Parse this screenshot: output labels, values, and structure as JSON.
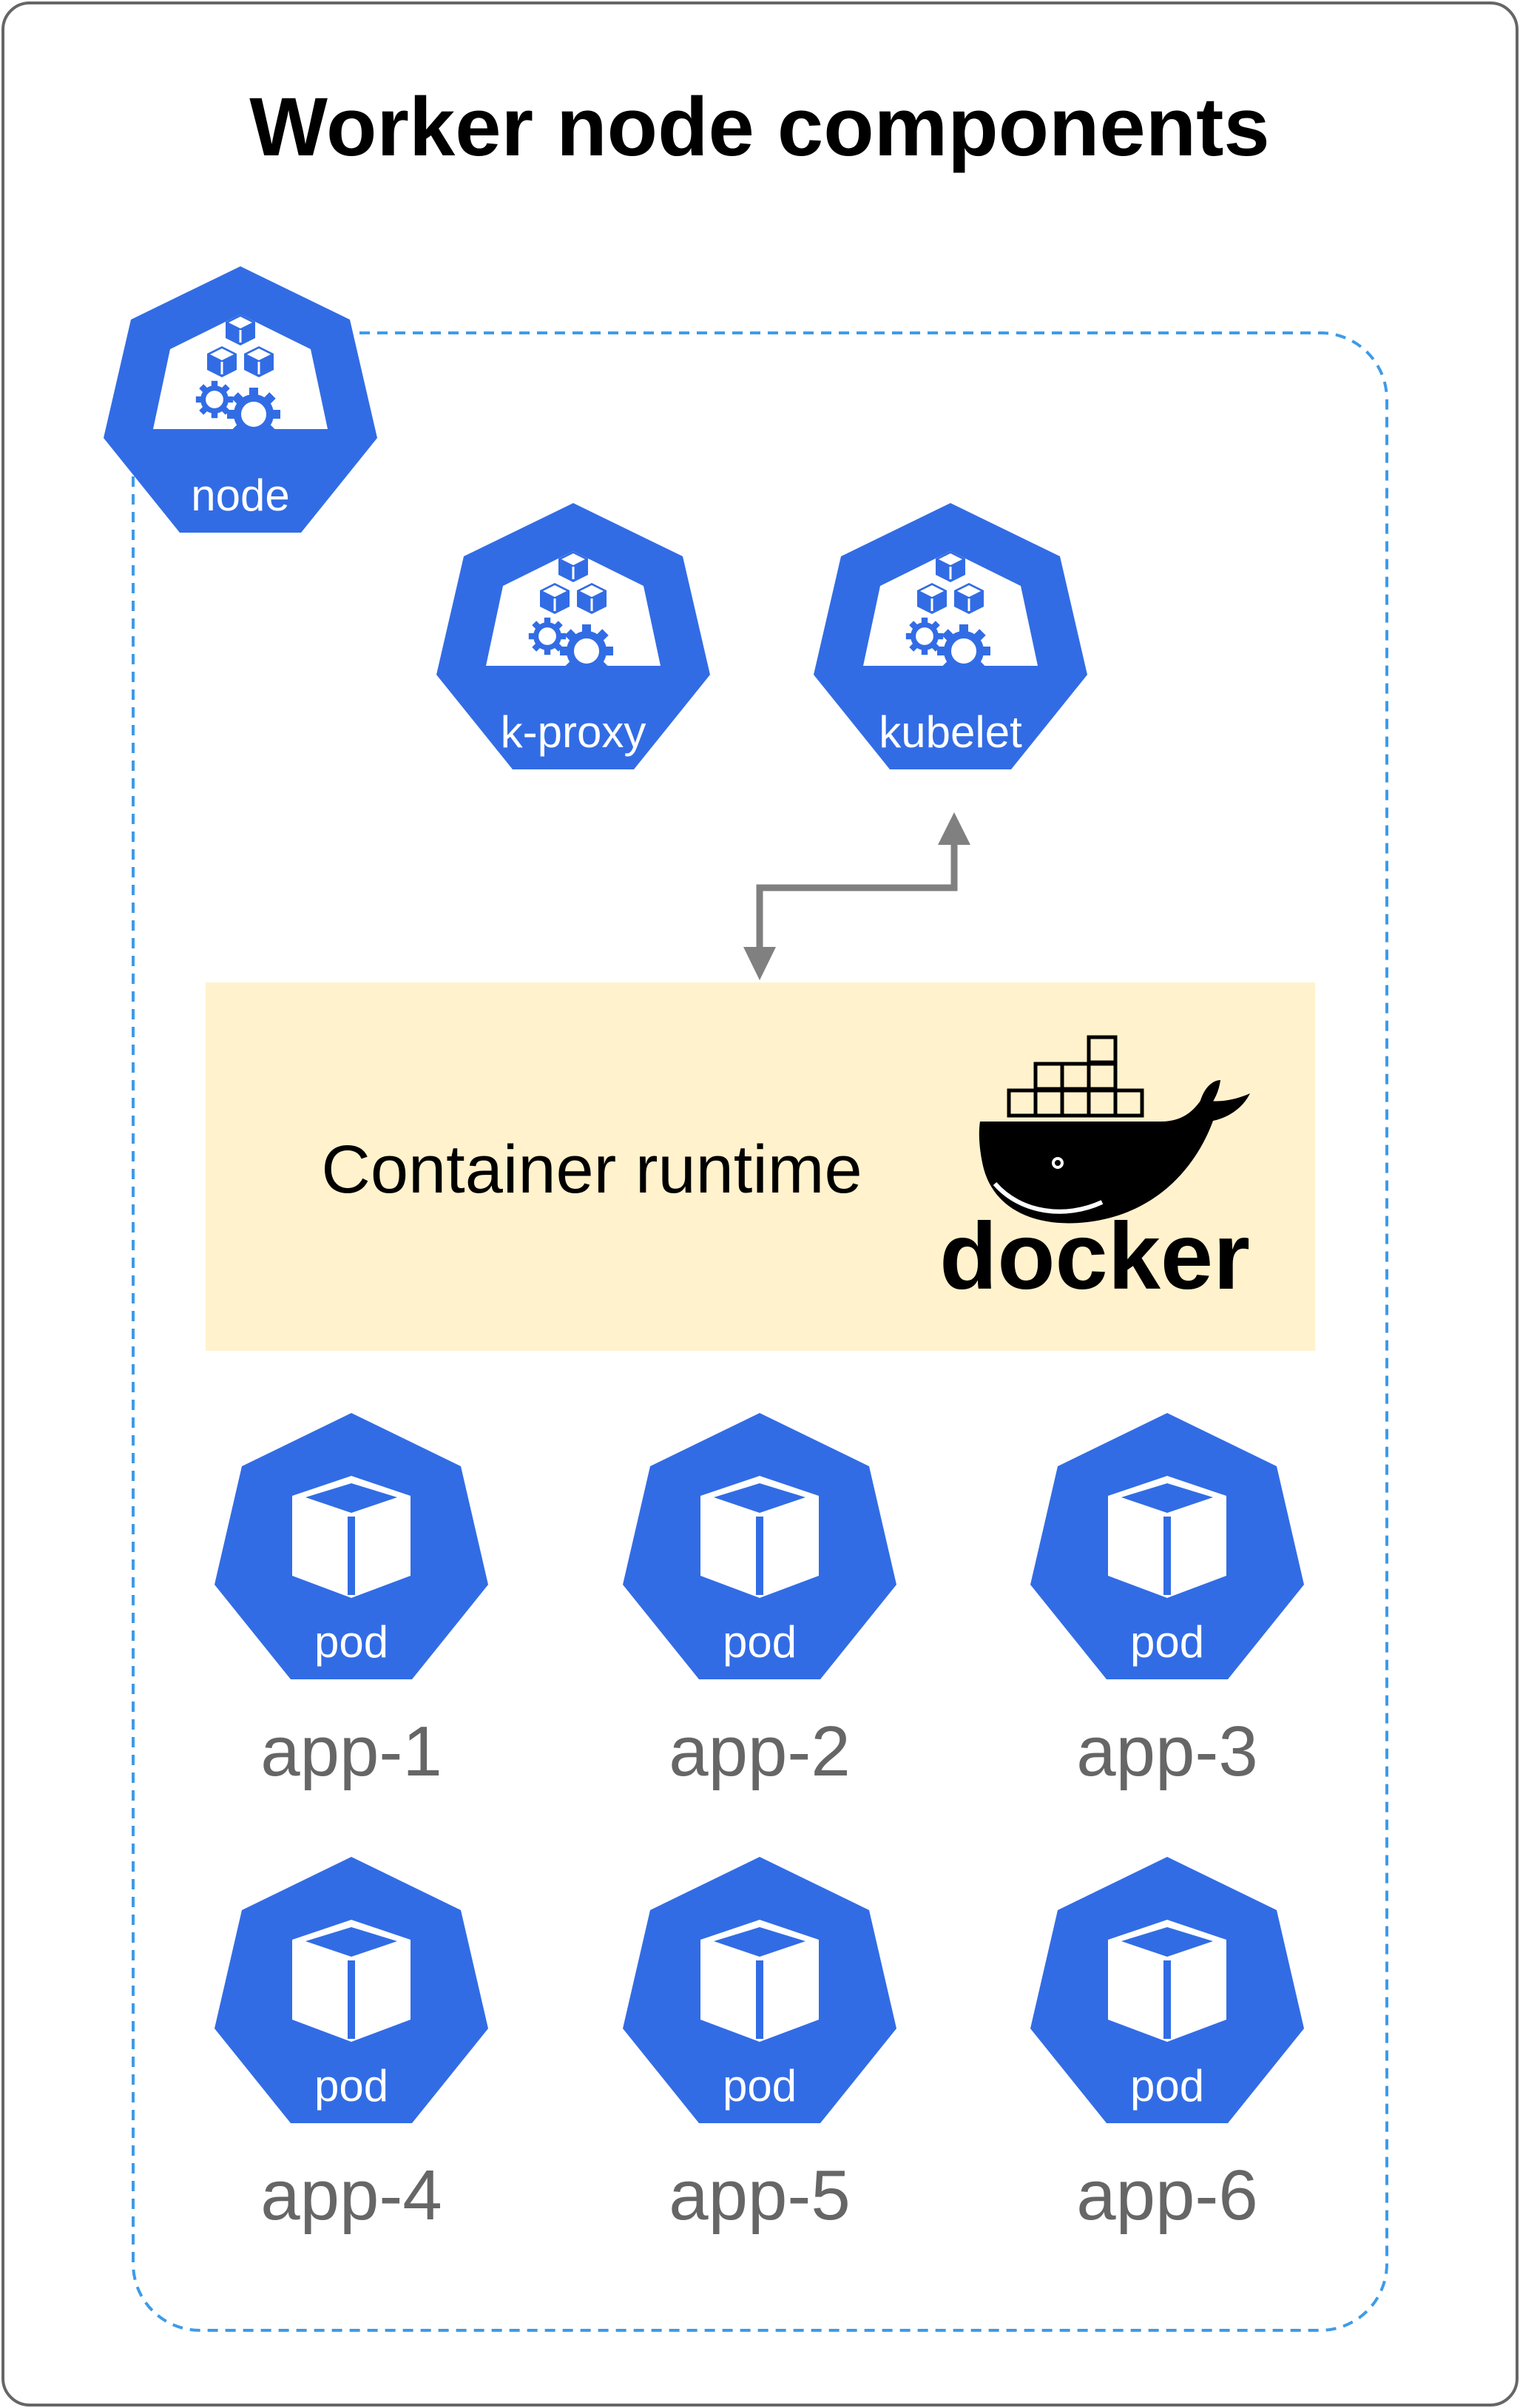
{
  "title": "Worker node components",
  "node": {
    "label": "node",
    "icon": "node-icon"
  },
  "components": [
    {
      "label": "k-proxy",
      "icon": "k-proxy-icon"
    },
    {
      "label": "kubelet",
      "icon": "kubelet-icon"
    }
  ],
  "runtime": {
    "label": "Container runtime",
    "logo_text": "docker"
  },
  "pod_label": "pod",
  "pods": [
    {
      "badge": "pod",
      "name": "app-1"
    },
    {
      "badge": "pod",
      "name": "app-2"
    },
    {
      "badge": "pod",
      "name": "app-3"
    },
    {
      "badge": "pod",
      "name": "app-4"
    },
    {
      "badge": "pod",
      "name": "app-5"
    },
    {
      "badge": "pod",
      "name": "app-6"
    }
  ],
  "colors": {
    "k8s_blue": "#326CE5",
    "runtime_fill": "#FFF2CC",
    "dashed_border": "#3D9BE9",
    "arrow": "#808080",
    "app_text": "#666666"
  }
}
